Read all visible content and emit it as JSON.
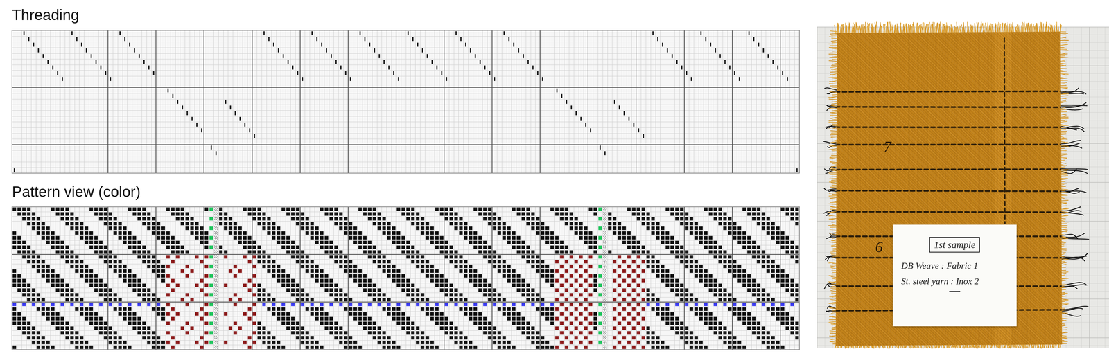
{
  "diagram": {
    "nodes": [
      {
        "text": [
          "1st sample",
          "DB Weave : Fabric 1",
          "St. steel yarn : Inox 2"
        ]
      }
    ],
    "labels": [
      "Threading",
      "Pattern view (color)",
      "7",
      "6"
    ]
  }
}
